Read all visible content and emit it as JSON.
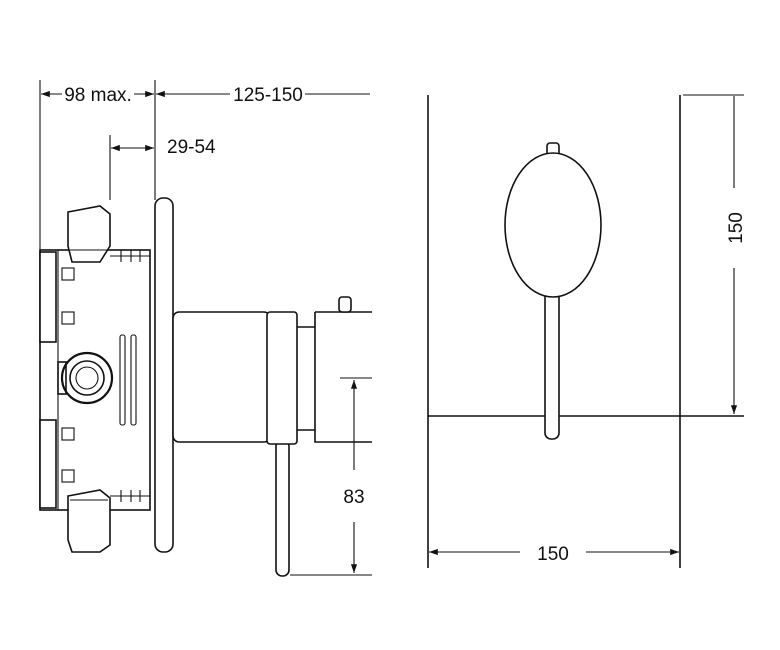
{
  "side_view": {
    "dim_depth_max": "98 max.",
    "dim_range_outer": "125-150",
    "dim_range_inner": "29-54",
    "dim_lever_height": "83"
  },
  "front_view": {
    "dim_plate_width": "150",
    "dim_plate_height": "150"
  }
}
